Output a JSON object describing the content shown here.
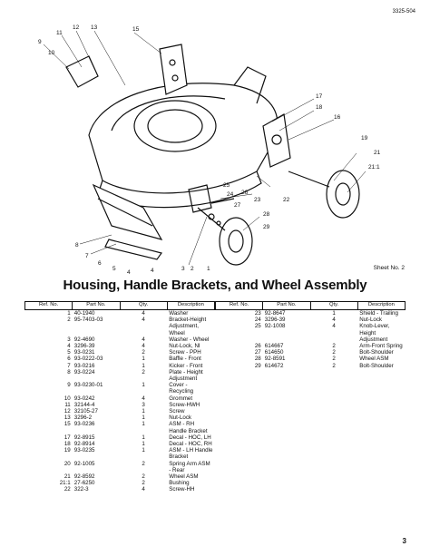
{
  "header": {
    "doc_code": "3325-504"
  },
  "diagram": {
    "callouts": [
      "9",
      "11",
      "12",
      "13",
      "15",
      "10",
      "17",
      "18",
      "16",
      "19",
      "21",
      "21:1",
      "22",
      "23",
      "24",
      "25",
      "26",
      "27",
      "28",
      "29",
      "8",
      "7",
      "6",
      "5",
      "4",
      "3",
      "2",
      "1",
      "4"
    ],
    "sheet_label": "Sheet No. 2"
  },
  "title": "Housing, Handle Brackets, and Wheel Assembly",
  "table": {
    "headers": {
      "ref": "Ref. No.",
      "part": "Part No.",
      "qty": "Qty.",
      "desc": "Description"
    },
    "left_rows": [
      {
        "ref": "1",
        "part": "40-1940",
        "qty": "4",
        "desc": "Washer"
      },
      {
        "ref": "2",
        "part": "95-7403-03",
        "qty": "4",
        "desc": "Bracket-Height Adjustment, Wheel"
      },
      {
        "ref": "3",
        "part": "92-4690",
        "qty": "4",
        "desc": "Washer - Wheel"
      },
      {
        "ref": "4",
        "part": "3296-39",
        "qty": "4",
        "desc": "Nut-Lock, NI"
      },
      {
        "ref": "5",
        "part": "93-0231",
        "qty": "2",
        "desc": "Screw - PPH"
      },
      {
        "ref": "6",
        "part": "93-0222-03",
        "qty": "1",
        "desc": "Baffle - Front"
      },
      {
        "ref": "7",
        "part": "93-0216",
        "qty": "1",
        "desc": "Kicker - Front"
      },
      {
        "ref": "8",
        "part": "93-0224",
        "qty": "2",
        "desc": "Plate - Height Adjustment"
      },
      {
        "ref": "9",
        "part": "93-0230-01",
        "qty": "1",
        "desc": "Cover - Recycling"
      },
      {
        "ref": "10",
        "part": "93-0242",
        "qty": "4",
        "desc": "Grommet"
      },
      {
        "ref": "11",
        "part": "32144-4",
        "qty": "3",
        "desc": "Screw-HWH"
      },
      {
        "ref": "12",
        "part": "32105-27",
        "qty": "1",
        "desc": "Screw"
      },
      {
        "ref": "13",
        "part": "3296-2",
        "qty": "1",
        "desc": "Nut-Lock"
      },
      {
        "ref": "15",
        "part": "93-0236",
        "qty": "1",
        "desc": "ASM - RH Handle Bracket"
      },
      {
        "ref": "17",
        "part": "92-8915",
        "qty": "1",
        "desc": "Decal - HOC, LH"
      },
      {
        "ref": "18",
        "part": "92-8914",
        "qty": "1",
        "desc": "Decal - HOC, RH"
      },
      {
        "ref": "19",
        "part": "93-0235",
        "qty": "1",
        "desc": "ASM - LH Handle Bracket"
      },
      {
        "ref": "20",
        "part": "92-1005",
        "qty": "2",
        "desc": "Spring Arm ASM - Rear"
      },
      {
        "ref": "21",
        "part": "92-8592",
        "qty": "2",
        "desc": "Wheel ASM"
      },
      {
        "ref": "21:1",
        "part": "27-6250",
        "qty": "2",
        "desc": "Bushing"
      },
      {
        "ref": "22",
        "part": "322-3",
        "qty": "4",
        "desc": "Screw-HH"
      }
    ],
    "right_rows": [
      {
        "ref": "23",
        "part": "92-8647",
        "qty": "1",
        "desc": "Shield - Trailing"
      },
      {
        "ref": "24",
        "part": "3296-39",
        "qty": "4",
        "desc": "Nut-Lock"
      },
      {
        "ref": "25",
        "part": "92-1008",
        "qty": "4",
        "desc": "Knob-Lever, Height Adjustment"
      },
      {
        "ref": "26",
        "part": "614667",
        "qty": "2",
        "desc": "Arm-Front Spring"
      },
      {
        "ref": "27",
        "part": "614650",
        "qty": "2",
        "desc": "Bolt-Shoulder"
      },
      {
        "ref": "28",
        "part": "92-8591",
        "qty": "2",
        "desc": "Wheel ASM"
      },
      {
        "ref": "29",
        "part": "614672",
        "qty": "2",
        "desc": "Bolt-Shoulder"
      }
    ]
  },
  "footer": {
    "page_number": "3"
  }
}
